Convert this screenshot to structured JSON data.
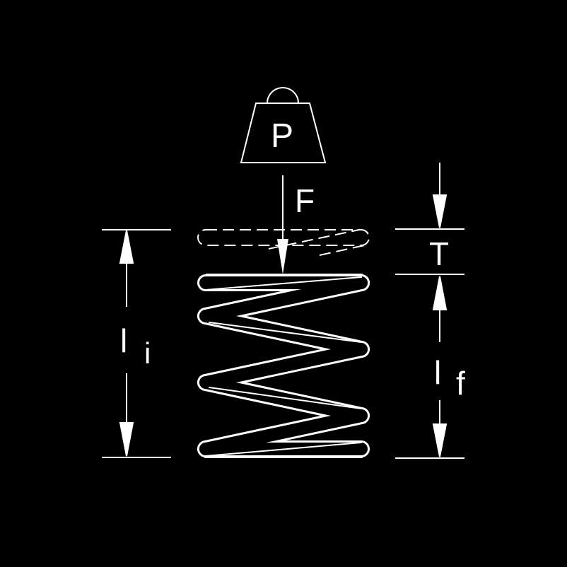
{
  "diagram": {
    "weight_label": "P",
    "force_label": "F",
    "initial_length_label": {
      "main": "l",
      "sub": "i"
    },
    "final_length_label": {
      "main": "l",
      "sub": "f"
    },
    "travel_label": "T"
  },
  "colors": {
    "background": "#000000",
    "stroke": "#ffffff"
  }
}
